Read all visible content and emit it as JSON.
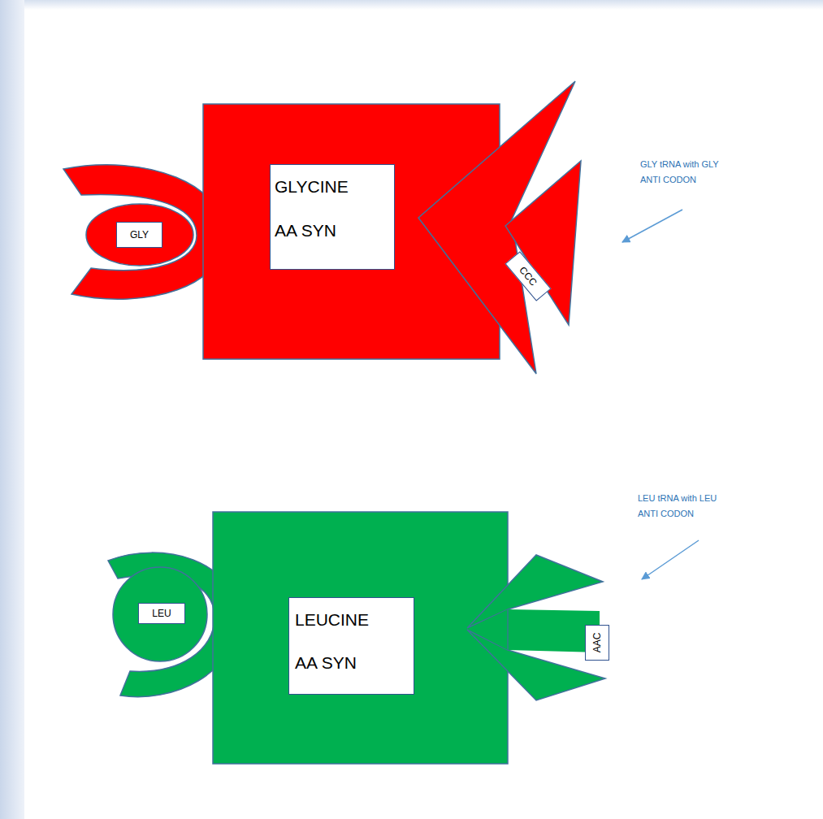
{
  "diagram": {
    "nodes": [
      {
        "text": [
          "GLYCINE AA SYN"
        ]
      },
      {
        "text": [
          "GLY"
        ]
      },
      {
        "text": [
          "CCC"
        ]
      },
      {
        "text": [
          "LEUCINE AA SYN"
        ]
      },
      {
        "text": [
          "LEU"
        ]
      },
      {
        "text": [
          "AAC"
        ]
      }
    ],
    "labels": [
      "GLY tRNA with GLY ANTI CODON",
      "LEU tRNA with LEU ANTI CODON"
    ]
  }
}
